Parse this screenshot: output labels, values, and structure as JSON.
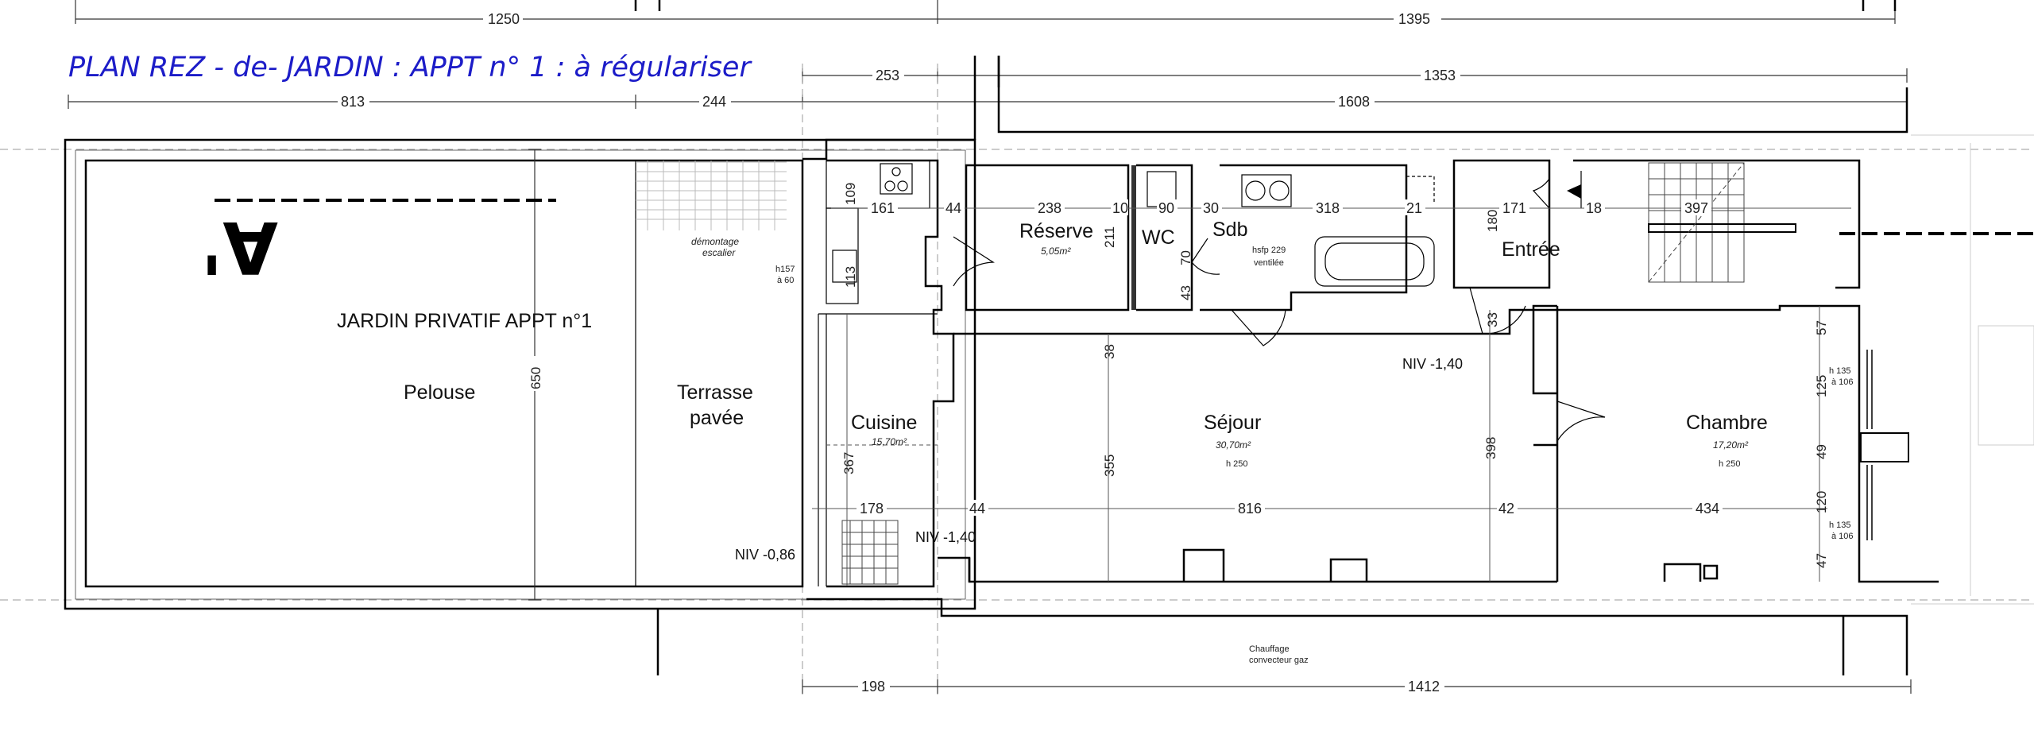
{
  "title": "PLAN REZ - de- JARDIN : APPT n° 1 : à régulariser",
  "section_marker": "A'",
  "dimensions": {
    "top_left": "1250",
    "top_right": "1395",
    "row2_a": "253",
    "row2_b": "1353",
    "row3_a": "813",
    "row3_b": "244",
    "row3_c": "1608",
    "bottom_a": "198",
    "bottom_b": "1412",
    "jardin_depth": "650",
    "cuisine_161": "161",
    "d44a": "44",
    "d238": "238",
    "d10": "10",
    "d90": "90",
    "d30": "30",
    "d318": "318",
    "d21": "21",
    "d171": "171",
    "d18": "18",
    "d397": "397",
    "d109": "109",
    "d113": "113",
    "d211": "211",
    "d70": "70",
    "d43": "43",
    "d180": "180",
    "d33": "33",
    "d38": "38",
    "d355": "355",
    "d367": "367",
    "d398": "398",
    "d178": "178",
    "d44b": "44",
    "d816": "816",
    "d42": "42",
    "d434": "434",
    "d57": "57",
    "d125": "125",
    "d49": "49",
    "d120": "120",
    "d47": "47"
  },
  "rooms": {
    "jardin": "JARDIN PRIVATIF  APPT n°1",
    "pelouse": "Pelouse",
    "terrasse_1": "Terrasse",
    "terrasse_2": "pavée",
    "demontage_1": "démontage",
    "demontage_2": "escalier",
    "cuisine": "Cuisine",
    "cuisine_area": "15,70m²",
    "reserve": "Réserve",
    "reserve_area": "5,05m²",
    "wc": "WC",
    "sdb": "Sdb",
    "sdb_note_1": "hsfp 229",
    "sdb_note_2": "ventilée",
    "entree": "Entrée",
    "sejour": "Séjour",
    "sejour_area": "30,70m²",
    "sejour_h": "h 250",
    "chambre": "Chambre",
    "chambre_area": "17,20m²",
    "chambre_h": "h 250",
    "h157_1": "h157",
    "h157_2": "à 60",
    "win1_1": "h 135",
    "win1_2": "à 106",
    "win2_1": "h 135",
    "win2_2": "à 106"
  },
  "levels": {
    "niv_sejour": "NIV -1,40",
    "niv_cuisine": "NIV -1,40",
    "niv_jardin": "NIV -0,86"
  },
  "notes": {
    "chauffage_1": "Chauffage",
    "chauffage_2": "convecteur gaz"
  },
  "colors": {
    "title": "#1c1cc8",
    "lines": "#000000",
    "dashed": "#999999"
  }
}
